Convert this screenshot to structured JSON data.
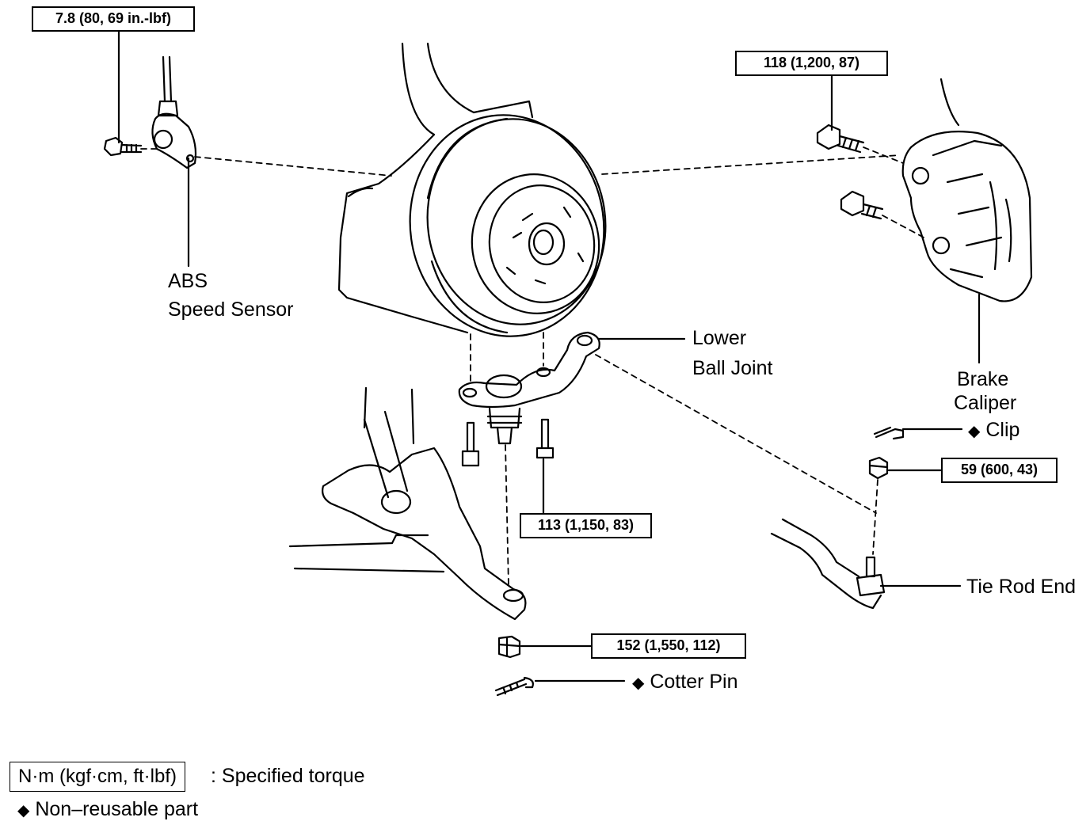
{
  "torque_boxes": {
    "abs_bolt": "7.8 (80, 69 in.-lbf)",
    "caliper_bolt": "118 (1,200, 87)",
    "ball_joint_bolts": "113 (1,150, 83)",
    "tie_rod_nut": "59 (600, 43)",
    "ball_joint_nut": "152 (1,550, 112)"
  },
  "labels": {
    "abs_line1": "ABS",
    "abs_line2": "Speed Sensor",
    "lbj_line1": "Lower",
    "lbj_line2": "Ball Joint",
    "caliper_line1": "Brake",
    "caliper_line2": "Caliper",
    "clip": "Clip",
    "tie_rod_end": "Tie Rod End",
    "cotter_pin": "Cotter Pin",
    "diamond_symbol": "◆"
  },
  "legend": {
    "unit_box": "N·m (kgf·cm, ft·lbf)",
    "unit_desc": ": Specified torque",
    "nonreusable": "Non–reusable part"
  }
}
